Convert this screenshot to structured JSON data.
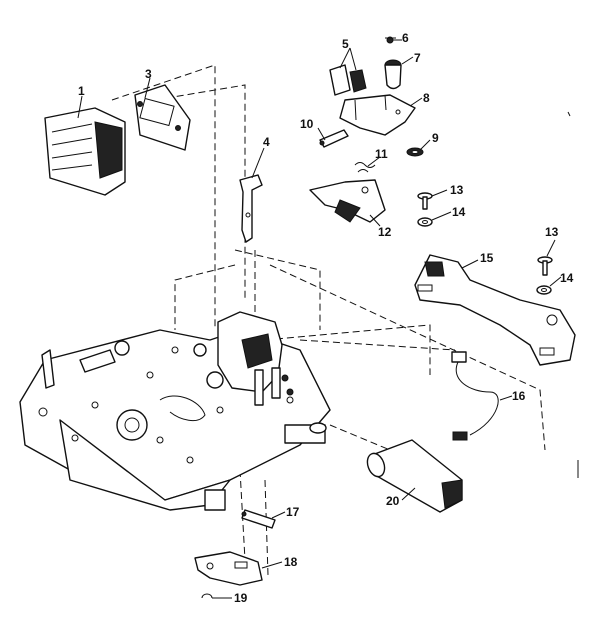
{
  "diagram": {
    "parts": [
      {
        "id": "p1",
        "label": "1"
      },
      {
        "id": "p3",
        "label": "3"
      },
      {
        "id": "p4",
        "label": "4"
      },
      {
        "id": "p5",
        "label": "5"
      },
      {
        "id": "p6",
        "label": "6"
      },
      {
        "id": "p7",
        "label": "7"
      },
      {
        "id": "p8",
        "label": "8"
      },
      {
        "id": "p9",
        "label": "9"
      },
      {
        "id": "p10",
        "label": "10"
      },
      {
        "id": "p11",
        "label": "11"
      },
      {
        "id": "p12",
        "label": "12"
      },
      {
        "id": "p13a",
        "label": "13"
      },
      {
        "id": "p14a",
        "label": "14"
      },
      {
        "id": "p13b",
        "label": "13"
      },
      {
        "id": "p14b",
        "label": "14"
      },
      {
        "id": "p15",
        "label": "15"
      },
      {
        "id": "p16",
        "label": "16"
      },
      {
        "id": "p17",
        "label": "17"
      },
      {
        "id": "p18",
        "label": "18"
      },
      {
        "id": "p19",
        "label": "19"
      },
      {
        "id": "p20",
        "label": "20"
      }
    ]
  },
  "colors": {
    "ink": "#111111",
    "paper": "#ffffff"
  }
}
